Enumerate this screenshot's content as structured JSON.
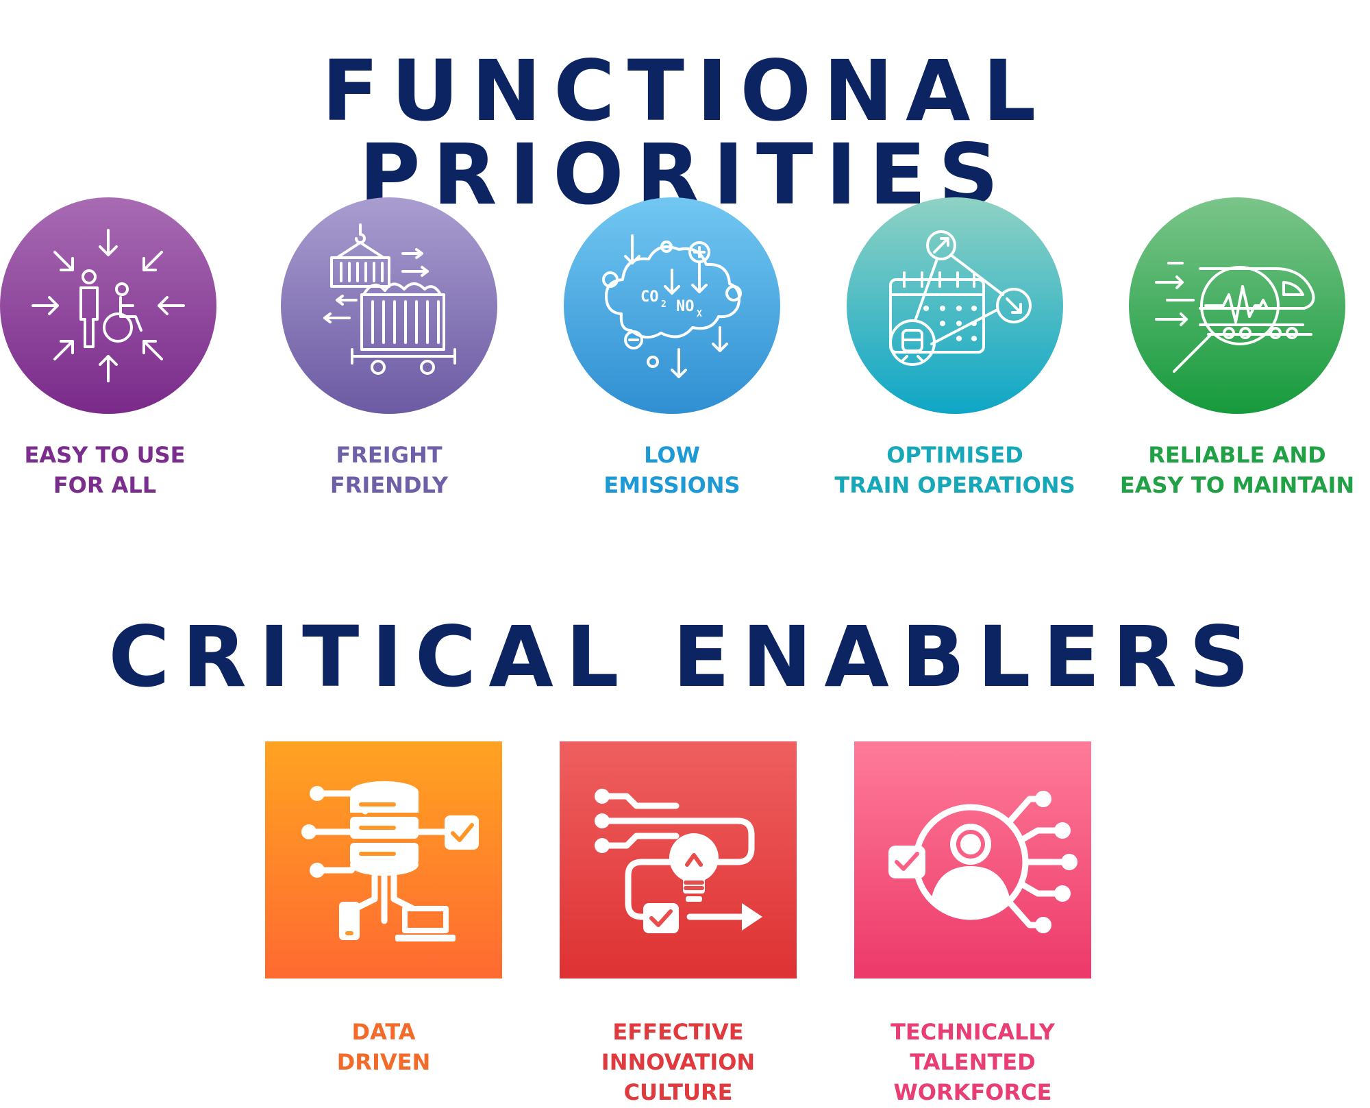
{
  "titles": {
    "priorities": "FUNCTIONAL PRIORITIES",
    "enablers": "CRITICAL ENABLERS"
  },
  "priorities": [
    {
      "lines": [
        "EASY TO USE",
        "FOR ALL"
      ],
      "icon": "accessibility-arrows-icon",
      "color": "#7b2d8e"
    },
    {
      "lines": [
        "FREIGHT",
        "FRIENDLY"
      ],
      "icon": "freight-wagon-icon",
      "color": "#6f5fa8"
    },
    {
      "lines": [
        "LOW",
        "EMISSIONS"
      ],
      "icon": "emissions-cloud-icon",
      "color": "#1d9ad6"
    },
    {
      "lines": [
        "OPTIMISED",
        "TRAIN OPERATIONS"
      ],
      "icon": "train-schedule-icon",
      "color": "#16a7b8"
    },
    {
      "lines": [
        "RELIABLE AND",
        "EASY TO MAINTAIN"
      ],
      "icon": "train-inspection-icon",
      "color": "#21a145"
    }
  ],
  "enablers": [
    {
      "lines": [
        "DATA",
        "DRIVEN"
      ],
      "icon": "data-network-icon",
      "color": "#f26b2a"
    },
    {
      "lines": [
        "EFFECTIVE",
        "INNOVATION",
        "CULTURE"
      ],
      "icon": "innovation-lightbulb-icon",
      "color": "#e03a3e"
    },
    {
      "lines": [
        "TECHNICALLY",
        "TALENTED",
        "WORKFORCE"
      ],
      "icon": "talent-network-icon",
      "color": "#e83e73"
    }
  ],
  "icon_texts": {
    "co2_main": "CO",
    "co2_sub": "2",
    "nox_main": "NO",
    "nox_sub": "X"
  }
}
